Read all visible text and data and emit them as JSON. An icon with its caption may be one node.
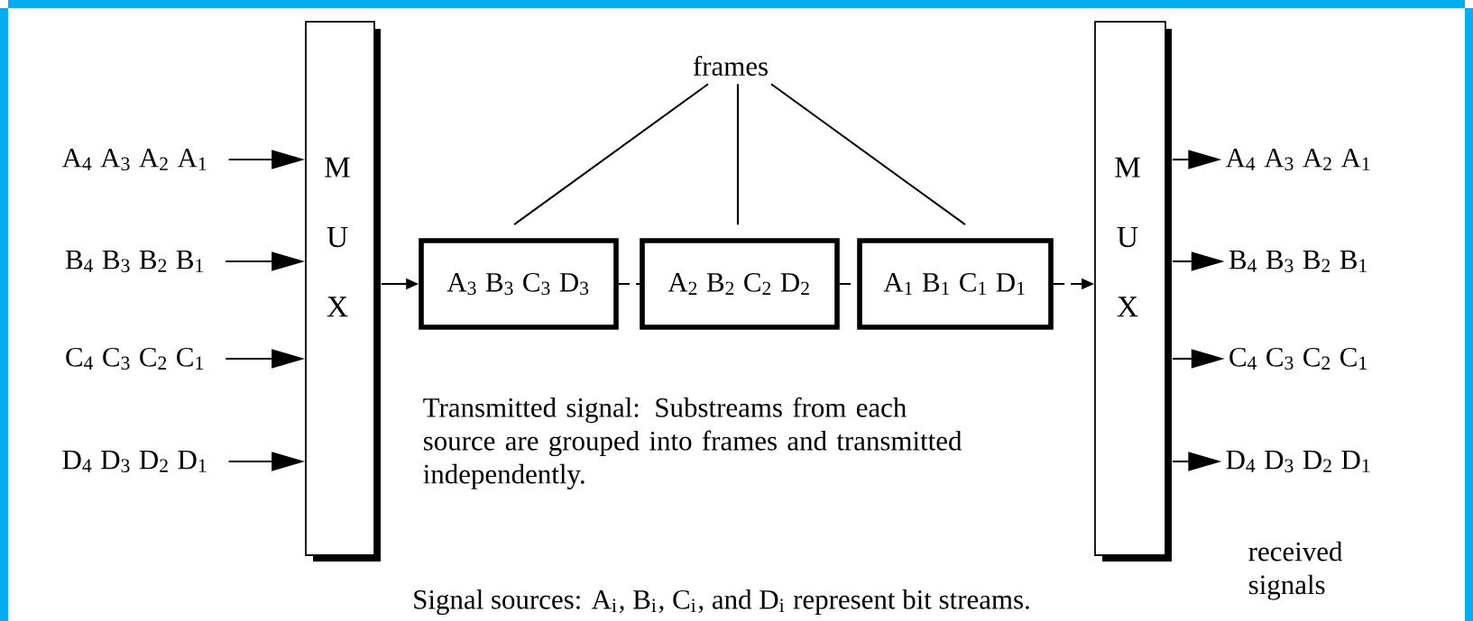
{
  "diagram": {
    "nodes": [
      {
        "text": [
          "A$_{4}$ A$_{3}$ A$_{2}$ A$_{1}$"
        ]
      },
      {
        "text": [
          "B$_{4}$ B$_{3}$ B$_{2}$ B$_{1}$"
        ]
      },
      {
        "text": [
          "C$_{4}$ C$_{3}$ C$_{2}$ C$_{1}$"
        ]
      },
      {
        "text": [
          "D$_{4}$ D$_{3}$ D$_{2}$ D$_{1}$"
        ]
      },
      {
        "text": [
          "M U X"
        ]
      },
      {
        "text": [
          "A$_{3}$ B$_{3}$ C$_{3}$ D$_{3}$"
        ]
      },
      {
        "text": [
          "A$_{2}$ B$_{2}$ C$_{2}$ D$_{2}$"
        ]
      },
      {
        "text": [
          "A$_{1}$ B$_{1}$ C$_{1}$ D$_{1}$"
        ]
      },
      {
        "text": [
          "M U X"
        ]
      },
      {
        "text": [
          "A$_{4}$ A$_{3}$ A$_{2}$ A$_{1}$"
        ]
      },
      {
        "text": [
          "B$_{4}$ B$_{3}$ B$_{2}$ B$_{1}$"
        ]
      },
      {
        "text": [
          "C$_{4}$ C$_{3}$ C$_{2}$ C$_{1}$"
        ]
      },
      {
        "text": [
          "D$_{4}$ D$_{3}$ D$_{2}$ D$_{1}$"
        ]
      },
      {
        "text": [
          "frames"
        ]
      }
    ],
    "edges": [
      {
        "from": 0,
        "to": 4,
        "arrow": "to"
      },
      {
        "from": 1,
        "to": 4,
        "arrow": "to"
      },
      {
        "from": 2,
        "to": 4,
        "arrow": "to"
      },
      {
        "from": 3,
        "to": 4,
        "arrow": "to"
      },
      {
        "from": 4,
        "to": 5,
        "arrow": "to"
      },
      {
        "from": 5,
        "to": 6,
        "arrow": "none",
        "style": "dashed"
      },
      {
        "from": 6,
        "to": 7,
        "arrow": "none",
        "style": "dashed"
      },
      {
        "from": 7,
        "to": 8,
        "arrow": "to",
        "style": "dashed"
      },
      {
        "from": 8,
        "to": 9,
        "arrow": "to"
      },
      {
        "from": 8,
        "to": 10,
        "arrow": "to"
      },
      {
        "from": 8,
        "to": 11,
        "arrow": "to"
      },
      {
        "from": 8,
        "to": 12,
        "arrow": "to"
      },
      {
        "from": 13,
        "to": 5,
        "arrow": "none"
      },
      {
        "from": 13,
        "to": 6,
        "arrow": "none"
      },
      {
        "from": 13,
        "to": 7,
        "arrow": "none"
      }
    ],
    "labels": [
      "Transmitted signal: Substreams from each source are grouped into frames and transmitted independently.",
      "Signal sources: A$_{i}$, B$_{i}$, C$_{i}$, and D$_{i}$ represent bit streams.",
      "received signals"
    ]
  }
}
